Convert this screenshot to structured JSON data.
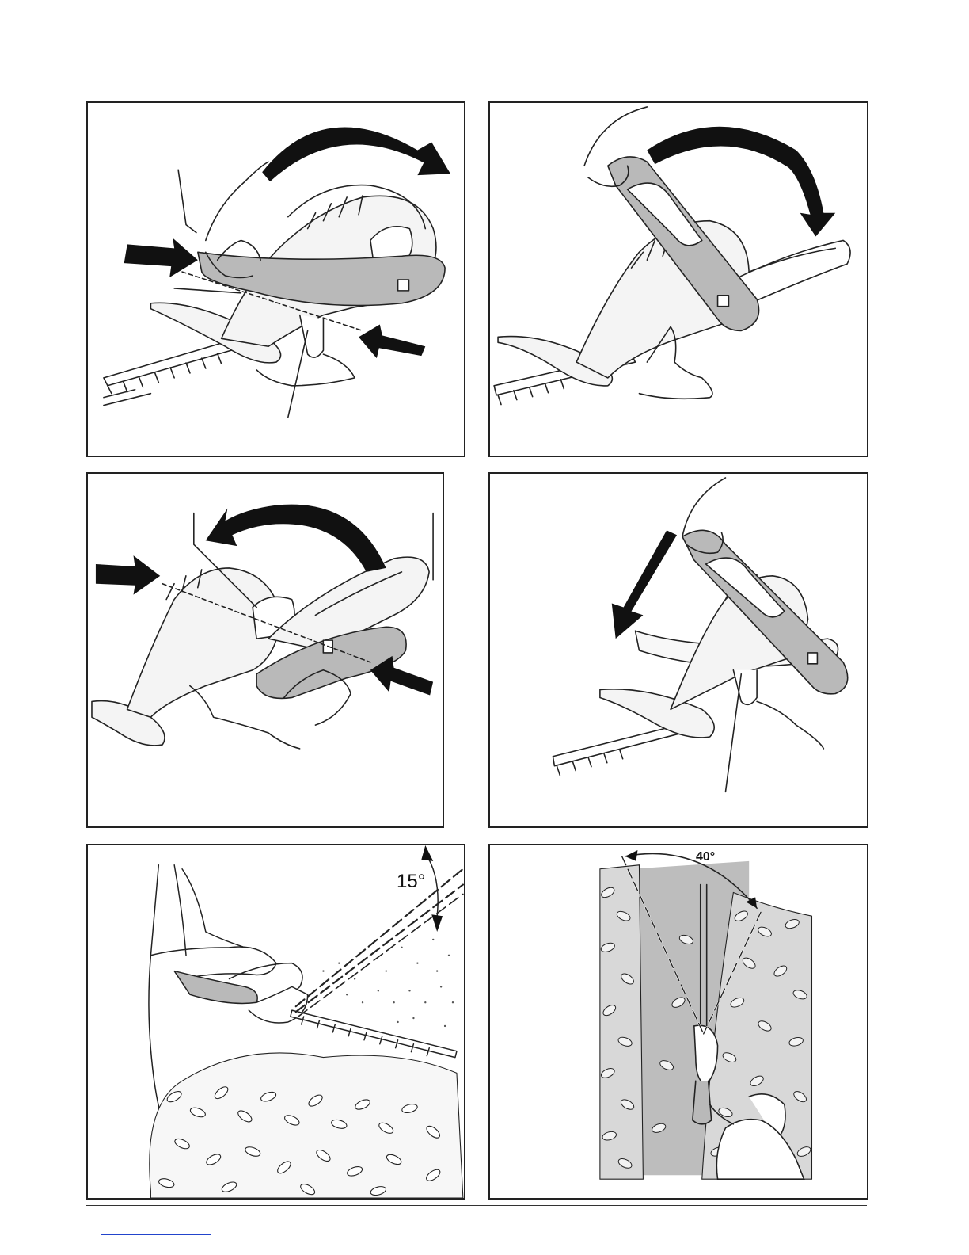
{
  "document": {
    "figures": [
      {
        "id": "figure-1",
        "description_key": "handle-rotation-press-release"
      },
      {
        "id": "figure-2",
        "description_key": "handle-rotated-forward"
      },
      {
        "id": "figure-3",
        "description_key": "handle-rotation-press-release-reverse"
      },
      {
        "id": "figure-4",
        "description_key": "handle-rotated-down"
      },
      {
        "id": "figure-5",
        "angle_label": "15°"
      },
      {
        "id": "figure-6",
        "angle_label": "40°"
      }
    ]
  },
  "colors": {
    "line": "#222222",
    "handle_fill": "#b9b9b9",
    "body_fill": "#f4f4f4",
    "footer_link": "#2244cc"
  }
}
